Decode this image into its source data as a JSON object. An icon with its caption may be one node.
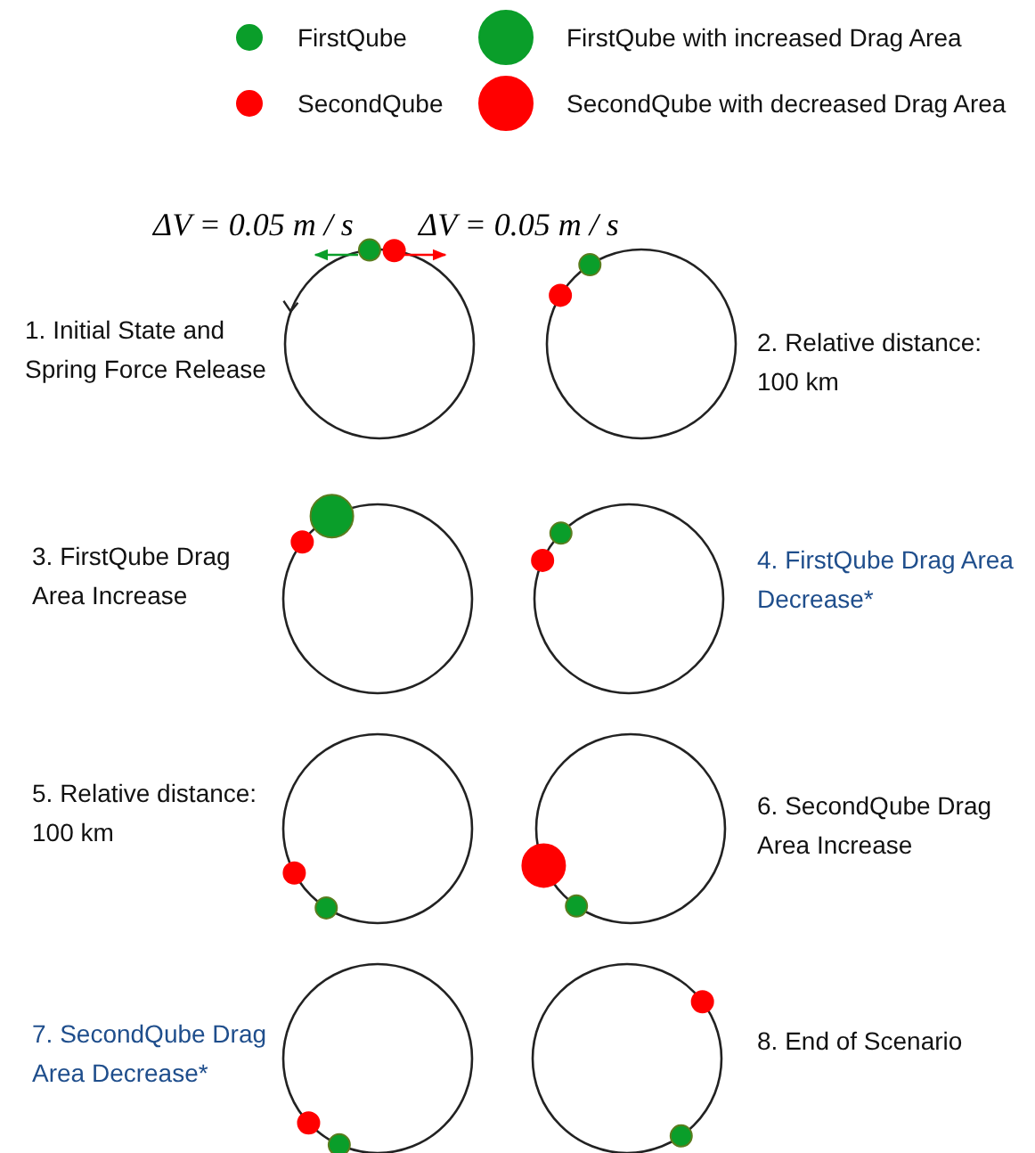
{
  "diagram": {
    "labels": [
      "ΔV = 0.05 m / s",
      "ΔV = 0.05 m / s",
      "1. Initial State and Spring Force Release",
      "2. Relative distance: 100 km",
      "3. FirstQube Drag Area Increase",
      "4. FirstQube Drag Area Decrease*",
      "5. Relative distance: 100 km",
      "6. SecondQube Drag Area Increase",
      "7. SecondQube Drag Area Decrease*",
      "8. End of Scenario"
    ],
    "legend": [
      {
        "text": "FirstQube",
        "color": "#0a9e2a"
      },
      {
        "text": "FirstQube with increased Drag Area",
        "color": "#0a9e2a"
      },
      {
        "text": "SecondQube",
        "color": "#ff0000"
      },
      {
        "text": "SecondQube with decreased Drag Area",
        "color": "#ff0000"
      }
    ]
  }
}
